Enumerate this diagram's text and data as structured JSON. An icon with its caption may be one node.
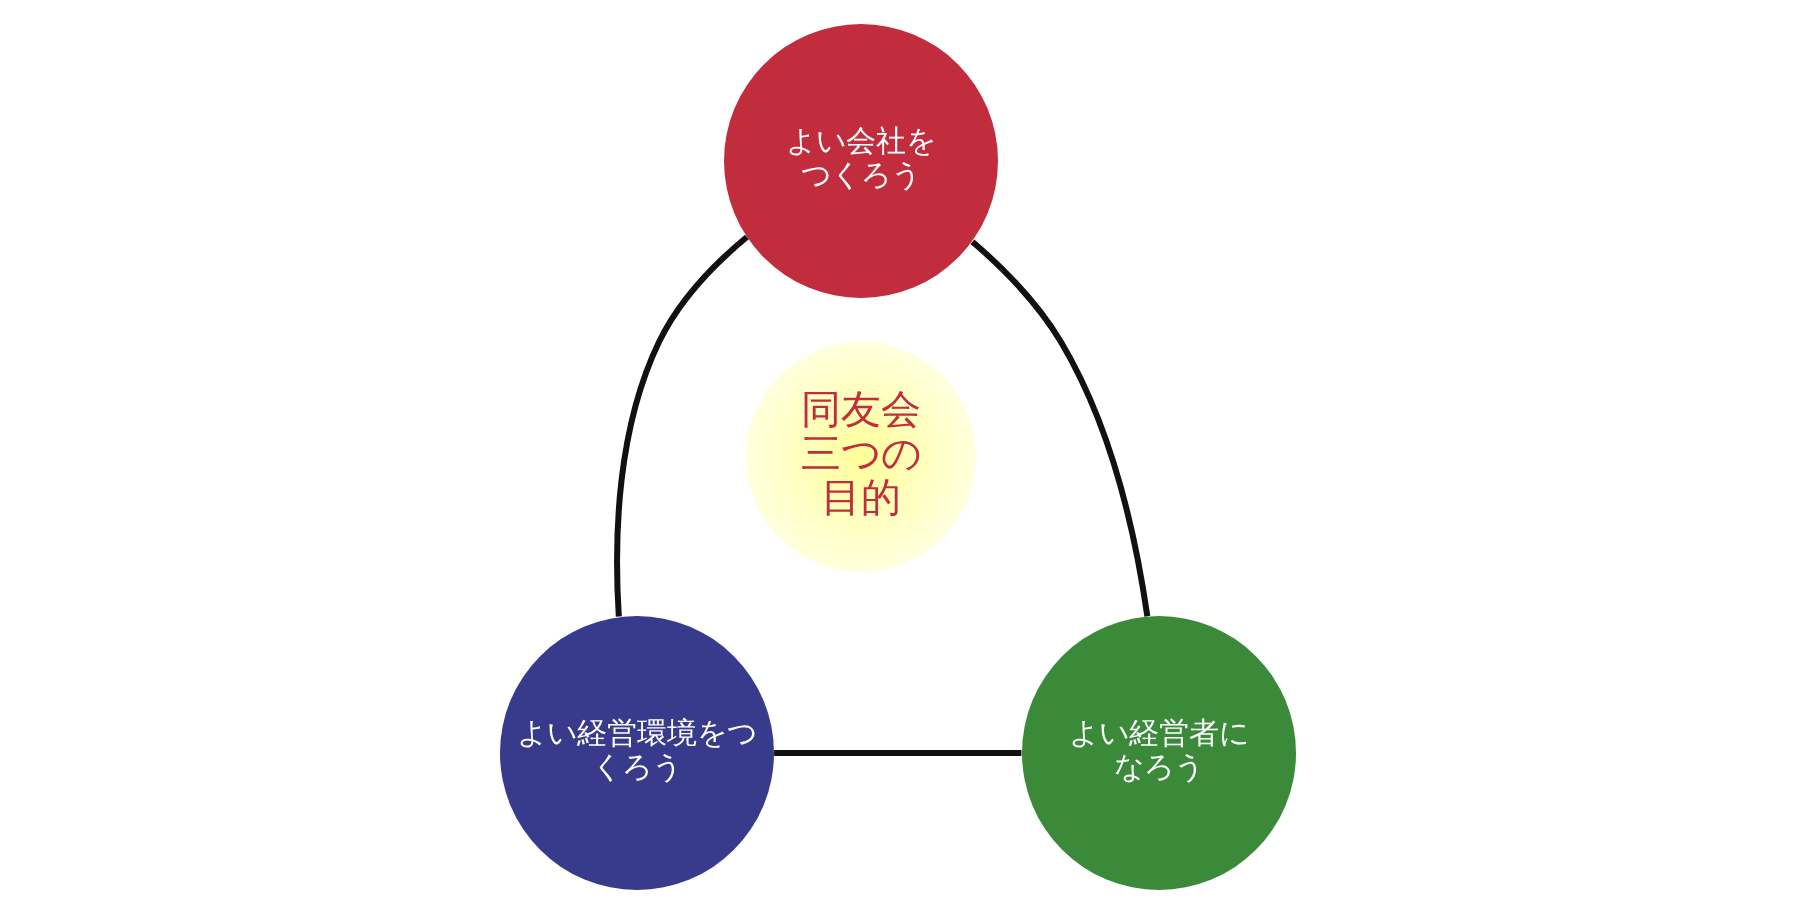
{
  "diagram": {
    "nodes": [
      {
        "text": [
          "よい会社をつくろう"
        ]
      },
      {
        "text": [
          "よい経営環境をつくろう"
        ]
      },
      {
        "text": [
          "よい経営者になろう"
        ]
      },
      {
        "text": [
          "同友会三つの目的"
        ]
      }
    ],
    "edges": [
      {
        "from": 0,
        "to": 1,
        "arrow": "none"
      },
      {
        "from": 1,
        "to": 2,
        "arrow": "none"
      },
      {
        "from": 2,
        "to": 0,
        "arrow": "none"
      }
    ]
  }
}
